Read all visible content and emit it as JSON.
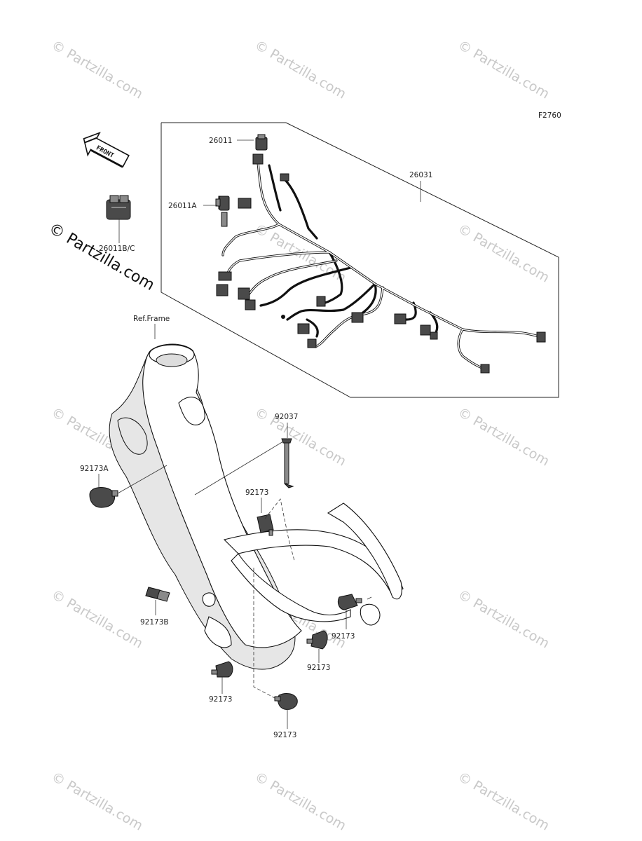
{
  "figure_code": "F2760",
  "front_arrow_label": "FRONT",
  "reference_label": "Ref.Frame",
  "watermark": "© Partzilla.com",
  "part_labels": {
    "p26011": "26011",
    "p26011A": "26011A",
    "p26011BC": "26011B/C",
    "p26031": "26031",
    "p92037": "92037",
    "p92173A": "92173A",
    "p92173_top": "92173",
    "p92173B": "92173B",
    "p92173_right": "92173",
    "p92173_mid": "92173",
    "p92173_left_bottom": "92173",
    "p92173_bottom": "92173"
  }
}
